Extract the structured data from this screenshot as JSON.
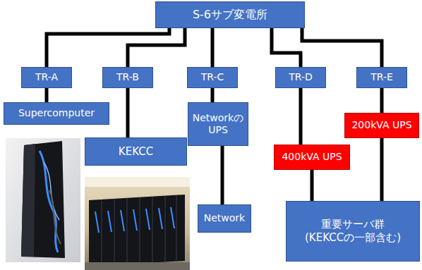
{
  "diagram": {
    "nodes": [
      {
        "text": [
          "S-6サブ変電所"
        ]
      },
      {
        "text": [
          "TR-A"
        ]
      },
      {
        "text": [
          "TR-B"
        ]
      },
      {
        "text": [
          "TR-C"
        ]
      },
      {
        "text": [
          "TR-D"
        ]
      },
      {
        "text": [
          "TR-E"
        ]
      },
      {
        "text": [
          "Supercomputer"
        ]
      },
      {
        "text": [
          "KEKCC"
        ]
      },
      {
        "text": [
          "Networkの UPS"
        ]
      },
      {
        "text": [
          "400kVA UPS"
        ]
      },
      {
        "text": [
          "200kVA UPS"
        ]
      },
      {
        "text": [
          "Network"
        ]
      },
      {
        "text": [
          "重要サーバ群 (KEKCCの一部含む)"
        ]
      }
    ],
    "edges": [
      {
        "from": 0,
        "to": 1,
        "arrow": "none"
      },
      {
        "from": 0,
        "to": 2,
        "arrow": "none"
      },
      {
        "from": 0,
        "to": 3,
        "arrow": "none"
      },
      {
        "from": 0,
        "to": 4,
        "arrow": "none"
      },
      {
        "from": 0,
        "to": 5,
        "arrow": "none"
      },
      {
        "from": 1,
        "to": 6,
        "arrow": "none"
      },
      {
        "from": 2,
        "to": 7,
        "arrow": "none"
      },
      {
        "from": 3,
        "to": 8,
        "arrow": "none"
      },
      {
        "from": 8,
        "to": 11,
        "arrow": "none"
      },
      {
        "from": 4,
        "to": 9,
        "arrow": "none"
      },
      {
        "from": 9,
        "to": 12,
        "arrow": "none"
      },
      {
        "from": 5,
        "to": 10,
        "arrow": "none"
      },
      {
        "from": 10,
        "to": 12,
        "arrow": "none"
      }
    ]
  }
}
